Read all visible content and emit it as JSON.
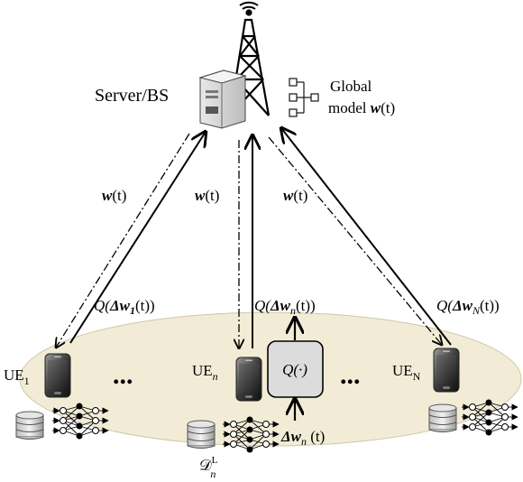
{
  "server": {
    "label": "Server/BS"
  },
  "global_model": {
    "line1": "Global",
    "line2_text": "model",
    "line2_math": "w",
    "line2_arg": "(t)"
  },
  "downlink": {
    "left": "w",
    "center": "w",
    "right": "w",
    "arg": "(t)"
  },
  "uplink": {
    "left": {
      "q": "Q(",
      "delta": "Δw",
      "sub": "1",
      "tail": "(t))"
    },
    "center": {
      "q": "Q(",
      "delta": "Δw",
      "sub": "n",
      "tail": "(t))"
    },
    "right": {
      "q": "Q(",
      "delta": "Δw",
      "sub": "N",
      "tail": "(t))"
    }
  },
  "quantizer": {
    "label": "Q(·)"
  },
  "local_update": {
    "delta": "Δw",
    "sub": "n",
    "tail": " (t)"
  },
  "devices": {
    "left": {
      "base": "UE",
      "sub": "1"
    },
    "center": {
      "base": "UE",
      "sub": "n"
    },
    "right": {
      "base": "UE",
      "sub": "N"
    }
  },
  "ellipsis": "...",
  "dataset": {
    "base": "𝒟",
    "sub": "n",
    "sup": "L"
  },
  "colors": {
    "ellipse_fill": "#f2ecd6",
    "ellipse_stroke": "#cfc7a8",
    "quantizer_fill": "#dcdcdc",
    "ink": "#000000"
  }
}
